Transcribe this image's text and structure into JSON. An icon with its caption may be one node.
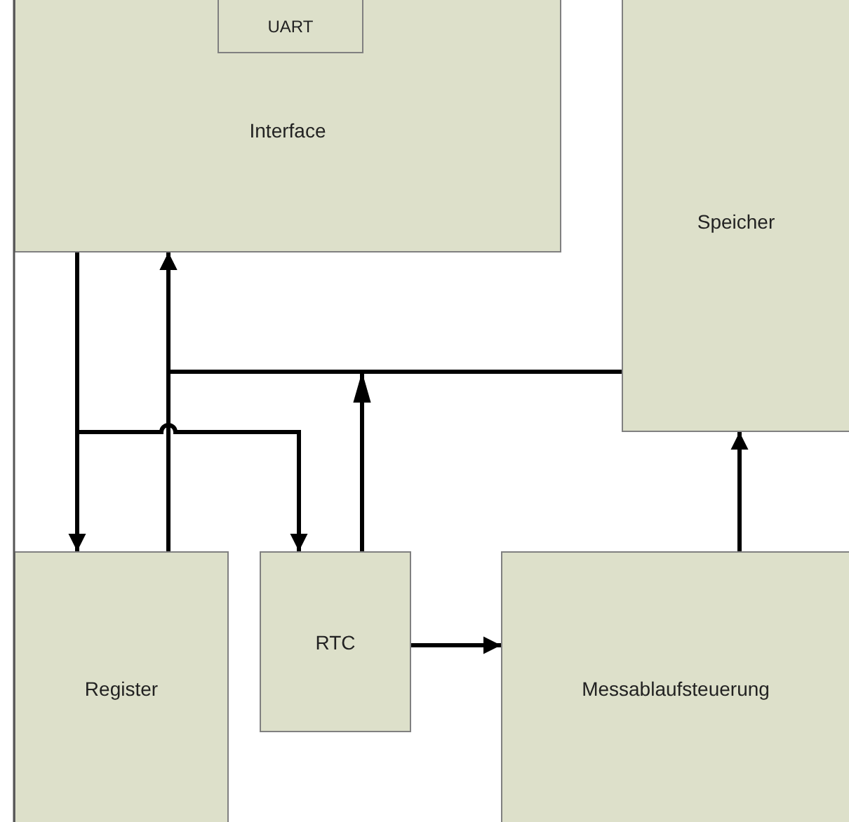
{
  "diagram": {
    "nodes": [
      {
        "text": [
          "Interface"
        ]
      },
      {
        "text": [
          "UART"
        ],
        "in": 0
      },
      {
        "text": [
          "Speicher"
        ]
      },
      {
        "text": [
          "Register"
        ]
      },
      {
        "text": [
          "RTC"
        ]
      },
      {
        "text": [
          "Messablaufsteuerung"
        ]
      }
    ],
    "edges": [
      {
        "from": 0,
        "to": 3,
        "arrow": "to"
      },
      {
        "from": 0,
        "to": 4,
        "arrow": "to"
      },
      {
        "from": 3,
        "to": 0,
        "arrow": "to"
      },
      {
        "from": 4,
        "to": 0,
        "arrow": "to"
      },
      {
        "from": 2,
        "to": 0,
        "arrow": "to"
      },
      {
        "from": 4,
        "to": 5,
        "arrow": "to"
      },
      {
        "from": 5,
        "to": 2,
        "arrow": "to"
      }
    ]
  }
}
